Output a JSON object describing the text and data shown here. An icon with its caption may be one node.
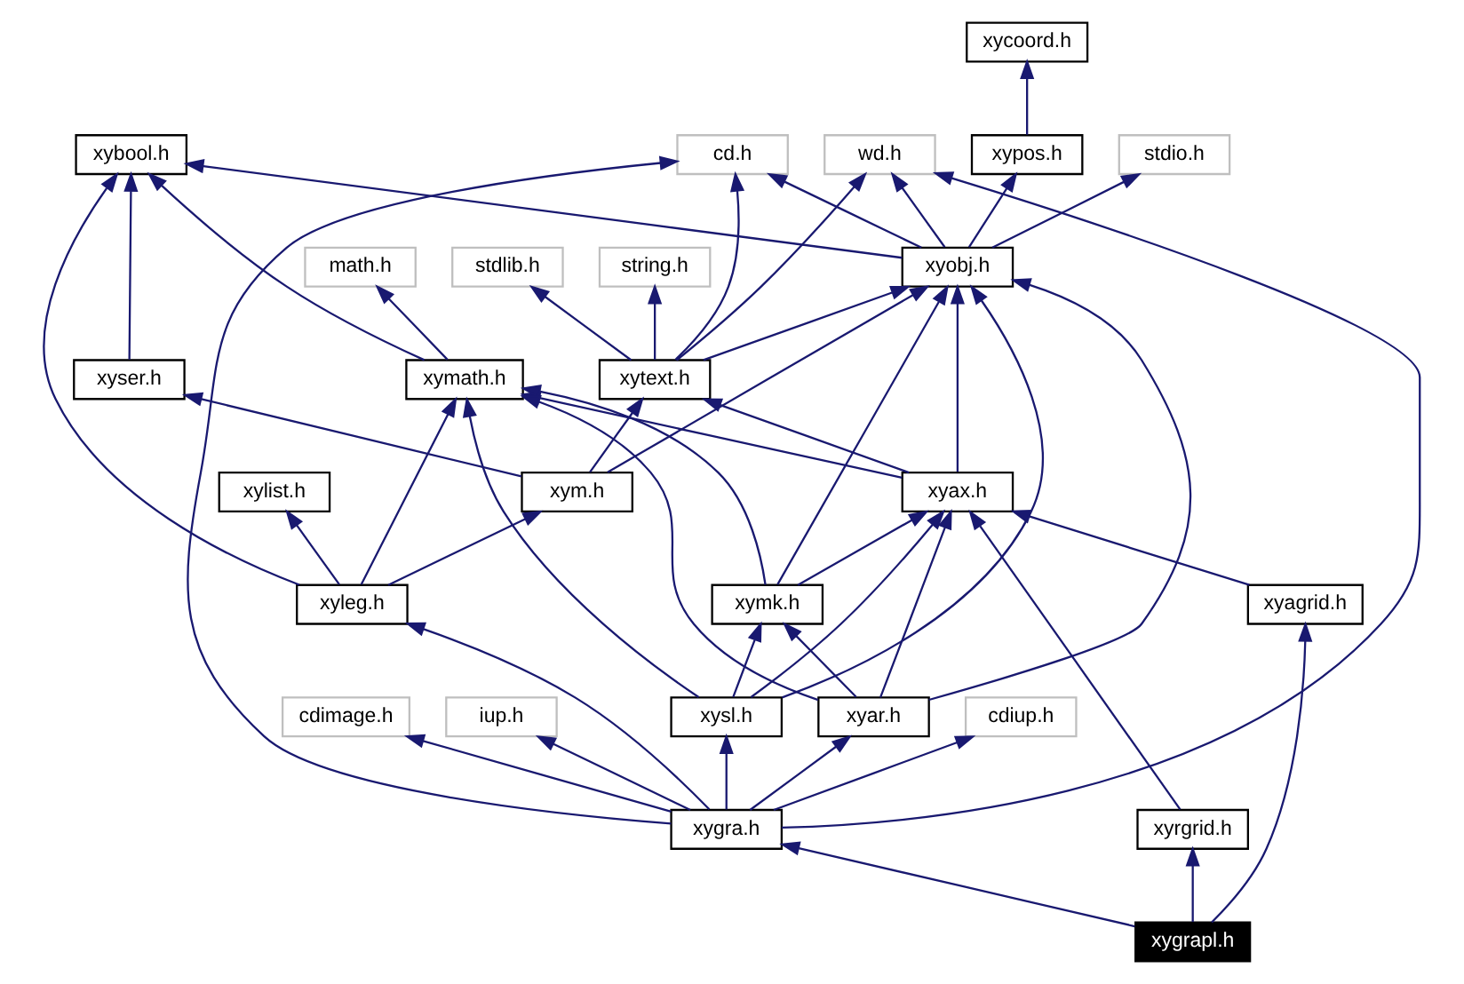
{
  "diagram": {
    "nodes": [
      {
        "text": [
          "xycoord.h"
        ]
      },
      {
        "text": [
          "stdio.h"
        ]
      },
      {
        "text": [
          "wd.h"
        ]
      },
      {
        "text": [
          "cd.h"
        ]
      },
      {
        "text": [
          "xypos.h"
        ]
      },
      {
        "text": [
          "xybool.h"
        ]
      },
      {
        "text": [
          "xyobj.h"
        ]
      },
      {
        "text": [
          "math.h"
        ]
      },
      {
        "text": [
          "string.h"
        ]
      },
      {
        "text": [
          "stdlib.h"
        ]
      },
      {
        "text": [
          "xymath.h"
        ]
      },
      {
        "text": [
          "xytext.h"
        ]
      },
      {
        "text": [
          "xyser.h"
        ]
      },
      {
        "text": [
          "xyax.h"
        ]
      },
      {
        "text": [
          "xylist.h"
        ]
      },
      {
        "text": [
          "xym.h"
        ]
      },
      {
        "text": [
          "xymk.h"
        ]
      },
      {
        "text": [
          "xyleg.h"
        ]
      },
      {
        "text": [
          "cdiup.h"
        ]
      },
      {
        "text": [
          "cdimage.h"
        ]
      },
      {
        "text": [
          "iup.h"
        ]
      },
      {
        "text": [
          "xyar.h"
        ]
      },
      {
        "text": [
          "xysl.h"
        ]
      },
      {
        "text": [
          "xygra.h"
        ]
      },
      {
        "text": [
          "xyagrid.h"
        ]
      },
      {
        "text": [
          "xyrgrid.h"
        ]
      },
      {
        "text": [
          "xygrapl.h"
        ]
      }
    ],
    "edges": [
      {
        "from": 4,
        "to": 0,
        "arrow": "to"
      },
      {
        "from": 6,
        "to": 1,
        "arrow": "to"
      },
      {
        "from": 6,
        "to": 2,
        "arrow": "to"
      },
      {
        "from": 6,
        "to": 3,
        "arrow": "to"
      },
      {
        "from": 6,
        "to": 4,
        "arrow": "to"
      },
      {
        "from": 6,
        "to": 5,
        "arrow": "to"
      },
      {
        "from": 10,
        "to": 7,
        "arrow": "to"
      },
      {
        "from": 10,
        "to": 5,
        "arrow": "to"
      },
      {
        "from": 11,
        "to": 2,
        "arrow": "to"
      },
      {
        "from": 11,
        "to": 3,
        "arrow": "to"
      },
      {
        "from": 11,
        "to": 6,
        "arrow": "to"
      },
      {
        "from": 11,
        "to": 8,
        "arrow": "to"
      },
      {
        "from": 11,
        "to": 9,
        "arrow": "to"
      },
      {
        "from": 12,
        "to": 5,
        "arrow": "to"
      },
      {
        "from": 13,
        "to": 6,
        "arrow": "to"
      },
      {
        "from": 13,
        "to": 10,
        "arrow": "to"
      },
      {
        "from": 13,
        "to": 11,
        "arrow": "to"
      },
      {
        "from": 15,
        "to": 6,
        "arrow": "to"
      },
      {
        "from": 15,
        "to": 11,
        "arrow": "to"
      },
      {
        "from": 15,
        "to": 12,
        "arrow": "to"
      },
      {
        "from": 16,
        "to": 6,
        "arrow": "to"
      },
      {
        "from": 16,
        "to": 10,
        "arrow": "to"
      },
      {
        "from": 16,
        "to": 13,
        "arrow": "to"
      },
      {
        "from": 17,
        "to": 5,
        "arrow": "to"
      },
      {
        "from": 17,
        "to": 10,
        "arrow": "to"
      },
      {
        "from": 17,
        "to": 14,
        "arrow": "to"
      },
      {
        "from": 17,
        "to": 15,
        "arrow": "to"
      },
      {
        "from": 21,
        "to": 6,
        "arrow": "to"
      },
      {
        "from": 21,
        "to": 10,
        "arrow": "to"
      },
      {
        "from": 21,
        "to": 13,
        "arrow": "to"
      },
      {
        "from": 21,
        "to": 16,
        "arrow": "to"
      },
      {
        "from": 22,
        "to": 6,
        "arrow": "to"
      },
      {
        "from": 22,
        "to": 10,
        "arrow": "to"
      },
      {
        "from": 22,
        "to": 13,
        "arrow": "to"
      },
      {
        "from": 22,
        "to": 16,
        "arrow": "to"
      },
      {
        "from": 23,
        "to": 2,
        "arrow": "to"
      },
      {
        "from": 23,
        "to": 3,
        "arrow": "to"
      },
      {
        "from": 23,
        "to": 18,
        "arrow": "to"
      },
      {
        "from": 23,
        "to": 19,
        "arrow": "to"
      },
      {
        "from": 23,
        "to": 20,
        "arrow": "to"
      },
      {
        "from": 23,
        "to": 21,
        "arrow": "to"
      },
      {
        "from": 23,
        "to": 22,
        "arrow": "to"
      },
      {
        "from": 23,
        "to": 17,
        "arrow": "to"
      },
      {
        "from": 24,
        "to": 13,
        "arrow": "to"
      },
      {
        "from": 25,
        "to": 13,
        "arrow": "to"
      },
      {
        "from": 26,
        "to": 23,
        "arrow": "to"
      },
      {
        "from": 26,
        "to": 24,
        "arrow": "to"
      },
      {
        "from": 26,
        "to": 25,
        "arrow": "to"
      }
    ]
  }
}
